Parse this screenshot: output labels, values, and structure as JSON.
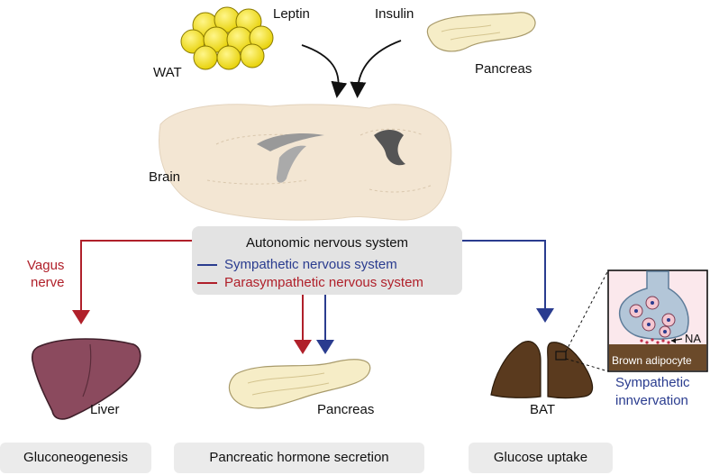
{
  "inputs": {
    "leptin": "Leptin",
    "insulin": "Insulin",
    "wat": "WAT",
    "pancreas_top": "Pancreas"
  },
  "brain_label": "Brain",
  "ans": {
    "title": "Autonomic nervous system",
    "sympathetic": "Sympathetic nervous system",
    "parasympathetic": "Parasympathetic nervous system"
  },
  "vagus_label": [
    "Vagus",
    "nerve"
  ],
  "organs": {
    "liver": "Liver",
    "pancreas": "Pancreas",
    "bat": "BAT"
  },
  "inset": {
    "na_label": "NA",
    "cell_label": "Brown adipocyte",
    "caption": [
      "Sympathetic",
      "innvervation"
    ]
  },
  "outcomes": {
    "liver": "Gluconeogenesis",
    "pancreas": "Pancreatic hormone secretion",
    "bat": "Glucose uptake"
  },
  "colors": {
    "sympathetic": "#2a3c8f",
    "parasympathetic": "#b0202a",
    "brain": "#f3e6d3",
    "fat": "#f2e318",
    "pancreas_tissue": "#f6edc7",
    "liver": "#8b4a5e",
    "bat": "#5a3a1e"
  },
  "icons": [
    "wat-fat-cluster-icon",
    "pancreas-icon",
    "brain-icon",
    "liver-icon",
    "bat-icon",
    "synapse-inset-icon"
  ]
}
